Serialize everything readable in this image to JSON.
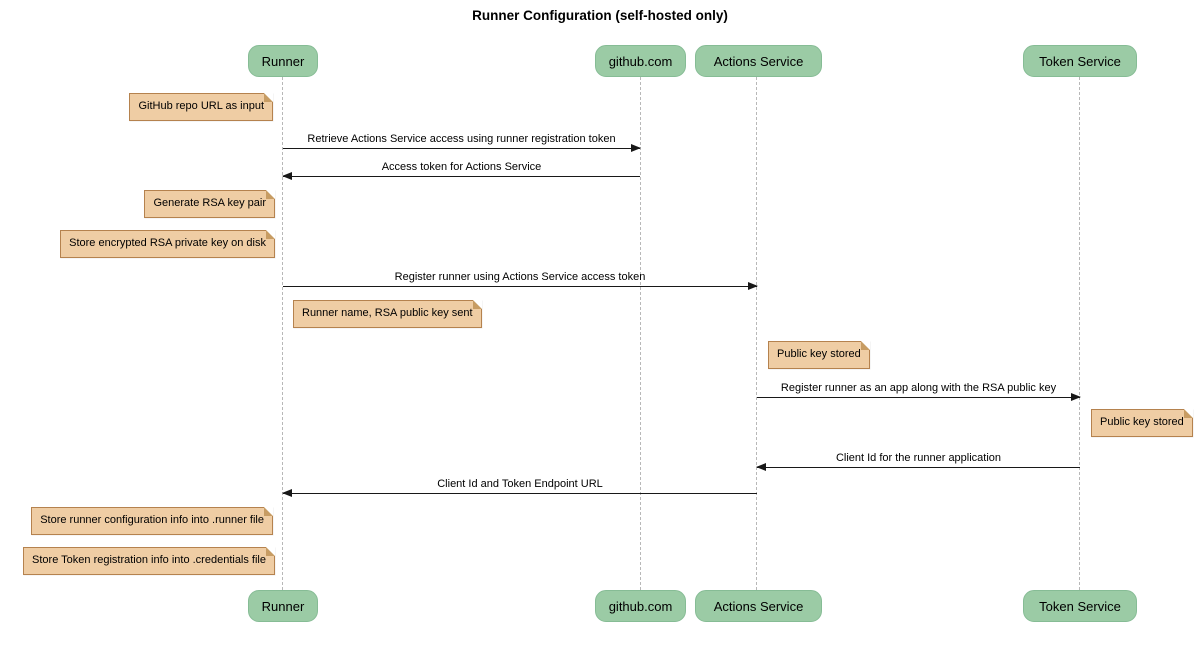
{
  "title": "Runner Configuration (self-hosted only)",
  "colors": {
    "participant_fill": "#9bcba5",
    "participant_border": "#86bc95",
    "note_fill": "#efcda4",
    "note_border": "#b5824e",
    "lifeline": "#b8b8b8",
    "arrow": "#181818",
    "background": "#ffffff"
  },
  "participants": [
    {
      "id": "runner",
      "label": "Runner"
    },
    {
      "id": "github",
      "label": "github.com"
    },
    {
      "id": "actions_service",
      "label": "Actions Service"
    },
    {
      "id": "token_service",
      "label": "Token Service"
    }
  ],
  "messages": [
    {
      "from": "Runner",
      "to": "github.com",
      "direction": "right",
      "text": "Retrieve Actions Service access using runner registration token"
    },
    {
      "from": "github.com",
      "to": "Runner",
      "direction": "left",
      "text": "Access token for Actions Service"
    },
    {
      "from": "Runner",
      "to": "Actions Service",
      "direction": "right",
      "text": "Register runner using Actions Service access token"
    },
    {
      "from": "Actions Service",
      "to": "Token Service",
      "direction": "right",
      "text": "Register runner as an app along with the RSA public key"
    },
    {
      "from": "Token Service",
      "to": "Actions Service",
      "direction": "left",
      "text": "Client Id for the runner application"
    },
    {
      "from": "Actions Service",
      "to": "Runner",
      "direction": "left",
      "text": "Client Id and Token Endpoint URL"
    }
  ],
  "notes": [
    {
      "anchor": "Runner",
      "side": "left",
      "text": "GitHub repo URL as input"
    },
    {
      "anchor": "Runner",
      "side": "left",
      "text": "Generate RSA key pair"
    },
    {
      "anchor": "Runner",
      "side": "left",
      "text": "Store encrypted RSA private key on disk"
    },
    {
      "anchor": "Runner",
      "side": "right",
      "text": "Runner name, RSA public key sent"
    },
    {
      "anchor": "Actions Service",
      "side": "right",
      "text": "Public key stored"
    },
    {
      "anchor": "Token Service",
      "side": "right",
      "text": "Public key stored"
    },
    {
      "anchor": "Runner",
      "side": "left",
      "text": "Store runner configuration info into .runner file"
    },
    {
      "anchor": "Runner",
      "side": "left",
      "text": "Store Token registration info into .credentials file"
    }
  ]
}
